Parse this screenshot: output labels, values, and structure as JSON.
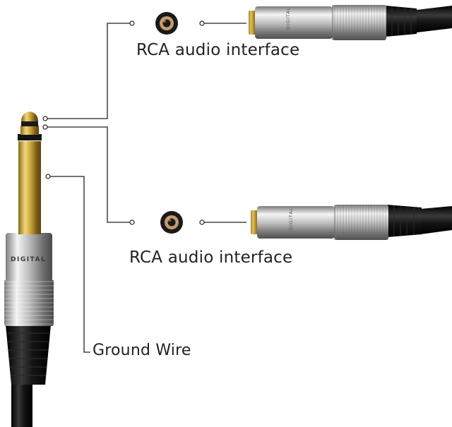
{
  "labels": {
    "rca_top": "RCA audio interface",
    "rca_bottom": "RCA audio interface",
    "ground": "Ground Wire"
  },
  "brand_marks": {
    "plug": "DIGITAL",
    "jack_top": "DIGITAL",
    "jack_bottom": "DIGITAL"
  },
  "colors": {
    "line": "#222222",
    "gold": "#c9a23a",
    "silver": "#c8c8c8",
    "cable": "#111111",
    "rca_ring": "#c79b6a"
  },
  "icons": [
    "rca-jack-icon",
    "quarter-inch-plug-icon",
    "rca-female-connector-icon"
  ]
}
